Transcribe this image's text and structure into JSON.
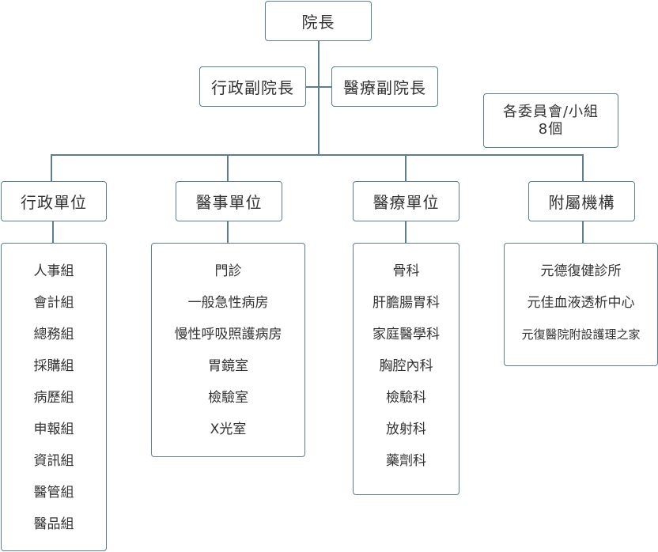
{
  "top": {
    "label": "院長"
  },
  "deputies": {
    "admin": "行政副院長",
    "medical": "醫療副院長"
  },
  "committee": {
    "line1": "各委員會/小組",
    "line2": "8個"
  },
  "units": [
    {
      "label": "行政單位",
      "items": [
        "人事組",
        "會計組",
        "總務組",
        "採購組",
        "病歷組",
        "申報組",
        "資訊組",
        "醫管組",
        "醫品組"
      ]
    },
    {
      "label": "醫事單位",
      "items": [
        "門診",
        "一般急性病房",
        "慢性呼吸照護病房",
        "胃鏡室",
        "檢驗室",
        "X光室"
      ]
    },
    {
      "label": "醫療單位",
      "items": [
        "骨科",
        "肝膽腸胃科",
        "家庭醫學科",
        "胸腔內科",
        "檢驗科",
        "放射科",
        "藥劑科"
      ]
    },
    {
      "label": "附屬機構",
      "items": [
        "元德復健診所",
        "元佳血液透析中心",
        "元復醫院附設護理之家"
      ]
    }
  ],
  "colors": {
    "line": "#5b7f8e",
    "text": "#333333",
    "background": "#ffffff"
  }
}
